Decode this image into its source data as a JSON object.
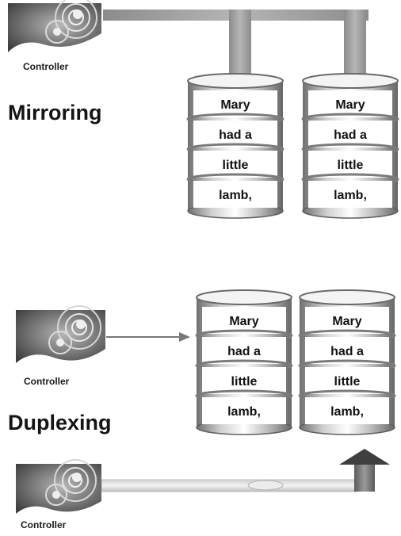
{
  "controller_label": "Controller",
  "sections": [
    {
      "title": "Mirroring",
      "disk_words": [
        "Mary",
        "had a",
        "little",
        "lamb,"
      ]
    },
    {
      "title": "Duplexing",
      "disk_words": [
        "Mary",
        "had a",
        "little",
        "lamb,"
      ]
    }
  ],
  "colors": {
    "disk_gradient": [
      "#7a7a7a",
      "#d8d8d8",
      "#ffffff",
      "#bdbdbd",
      "#6e6e6e"
    ],
    "cable": "#9a9a9a",
    "controller_dark": "#4a4a4a",
    "controller_light": "#9c9c9c"
  },
  "icons": [
    "controller-icon"
  ]
}
